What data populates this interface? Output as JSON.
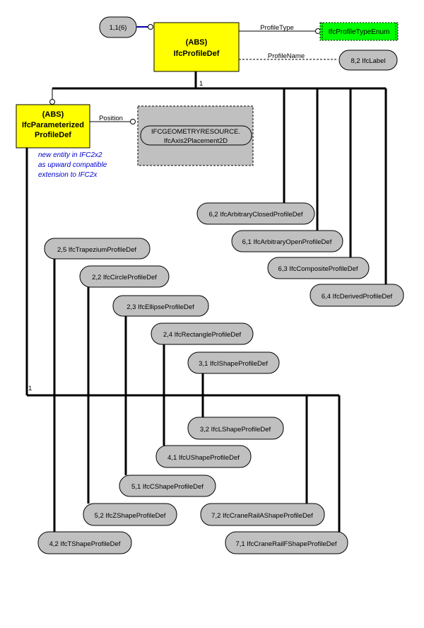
{
  "diagram": {
    "root": {
      "line1": "(ABS)",
      "line2": "IfcProfileDef"
    },
    "parameterized": {
      "line1": "(ABS)",
      "line2": "IfcParameterized",
      "line3": "ProfileDef"
    },
    "ref_top": "1,1(6)",
    "profile_type_label": "ProfileType",
    "profile_type_enum": "IfcProfileTypeEnum",
    "profile_name_label": "ProfileName",
    "ifc_label_ref": "8,2  IfcLabel",
    "position_label": "Position",
    "geometry_ref": {
      "line1": "IFCGEOMETRYRESOURCE.",
      "line2": "IfcAxis2Placement2D"
    },
    "note": [
      "new entity in IFC2x2",
      "as upward compatible",
      "extension to IFC2x"
    ],
    "cardinality_top": "1",
    "cardinality_param": "1",
    "subtypes": [
      "6,2  IfcArbitraryClosedProfileDef",
      "6,1  IfcArbitraryOpenProfileDef",
      "6,3  IfcCompositeProfileDef",
      "6,4  IfcDerivedProfileDef",
      "2,5  IfcTrapeziumProfileDef",
      "2,2  IfcCircleProfileDef",
      "2,3  IfcEllipseProfileDef",
      "2,4  IfcRectangleProfileDef",
      "3,1  IfcIShapeProfileDef",
      "3,2  IfcLShapeProfileDef",
      "4,1  IfcUShapeProfileDef",
      "5,1  IfcCShapeProfileDef",
      "5,2  IfcZShapeProfileDef",
      "7,2  IfcCraneRailAShapeProfileDef",
      "4,2  IfcTShapeProfileDef",
      "7,1  IfcCraneRailFShapeProfileDef"
    ]
  }
}
